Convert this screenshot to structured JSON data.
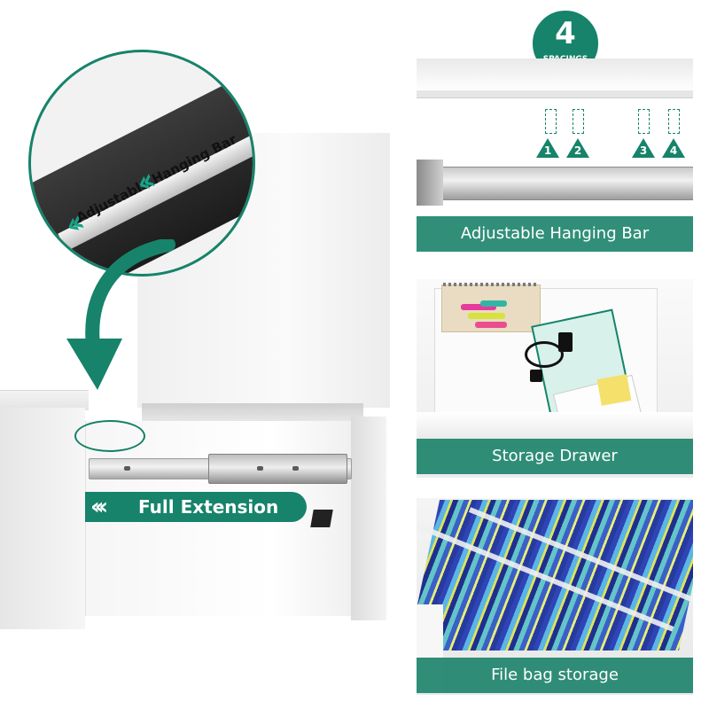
{
  "badge": {
    "number": "4",
    "caption": "SPACINGS"
  },
  "zoom_callout": {
    "label": "Adjustable Hanging Bar",
    "chevrons": "‹‹"
  },
  "full_extension": {
    "label": "Full Extension",
    "chevrons": "‹‹‹"
  },
  "panels": [
    {
      "label": "Adjustable Hanging Bar",
      "positions": [
        "1",
        "2",
        "3",
        "4"
      ]
    },
    {
      "label": "Storage Drawer"
    },
    {
      "label": "File bag storage"
    }
  ],
  "colors": {
    "accent": "#16836a",
    "label_band": "#148066",
    "file_blue": "#2f45b5",
    "file_yellow": "#dfe35a"
  },
  "icons": {
    "curved_arrow": "curved-arrow-down-icon",
    "chevrons": "double-chevron-left-icon"
  }
}
